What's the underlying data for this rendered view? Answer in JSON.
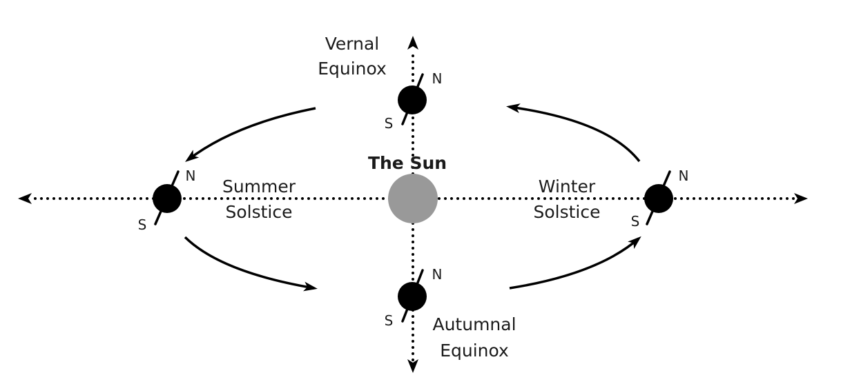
{
  "sun": {
    "label": "The Sun",
    "color": "#999999"
  },
  "earth_color": "#000000",
  "positions": {
    "vernal": {
      "line1": "Vernal",
      "line2": "Equinox",
      "north": "N",
      "south": "S"
    },
    "summer": {
      "line1": "Summer",
      "line2": "Solstice",
      "north": "N",
      "south": "S"
    },
    "autumnal": {
      "line1": "Autumnal",
      "line2": "Equinox",
      "north": "N",
      "south": "S"
    },
    "winter": {
      "line1": "Winter",
      "line2": "Solstice",
      "north": "N",
      "south": "S"
    }
  }
}
